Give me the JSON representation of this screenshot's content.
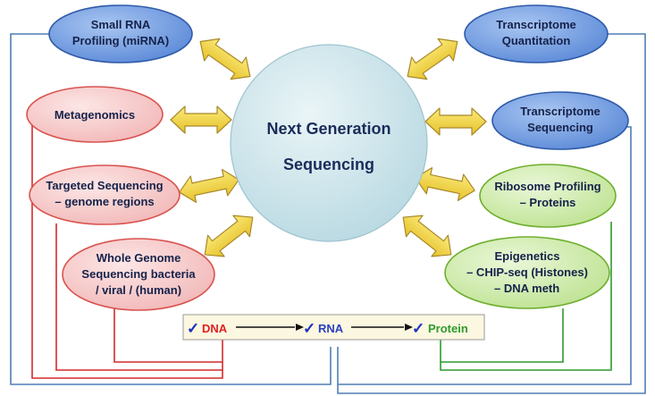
{
  "center": {
    "lines": [
      "Next Generation",
      "Sequencing"
    ]
  },
  "nodes": {
    "small_rna": {
      "lines": [
        "Small RNA",
        "Profiling (miRNA)"
      ]
    },
    "transcriptome_quant": {
      "lines": [
        "Transcriptome",
        "Quantitation"
      ]
    },
    "metagenomics": {
      "lines": [
        "Metagenomics"
      ]
    },
    "transcriptome_seq": {
      "lines": [
        "Transcriptome",
        "Sequencing"
      ]
    },
    "targeted": {
      "lines": [
        "Targeted Sequencing",
        "– genome regions"
      ]
    },
    "ribosome": {
      "lines": [
        "Ribosome Profiling",
        "– Proteins"
      ]
    },
    "wgs": {
      "lines": [
        "Whole Genome",
        "Sequencing bacteria",
        "/ viral / (human)"
      ]
    },
    "epigenetics": {
      "lines": [
        "Epigenetics",
        "– CHIP-seq (Histones)",
        "– DNA meth"
      ]
    }
  },
  "dogma": {
    "check": "✓",
    "dna": "DNA",
    "rna": "RNA",
    "protein": "Protein"
  },
  "colors": {
    "blue_fill": "#6f9be0",
    "blue_stroke": "#2f5aa8",
    "red_fill": "#f6c9c9",
    "red_stroke": "#d9534f",
    "green_fill": "#cdeaa4",
    "green_stroke": "#6fae2e",
    "center_fill": "#cfe6ec",
    "arrow_fill": "#f2d23a",
    "arrow_stroke": "#a8892a",
    "line_blue": "#4f7fb3",
    "line_red": "#d62a2a",
    "line_green": "#2f9a2f",
    "dna_red": "#e02020",
    "rna_blue": "#2b3fc0",
    "protein_green": "#2e9a2e",
    "check_blue": "#1c2fbf",
    "dogma_fill": "#fbf7e0"
  }
}
